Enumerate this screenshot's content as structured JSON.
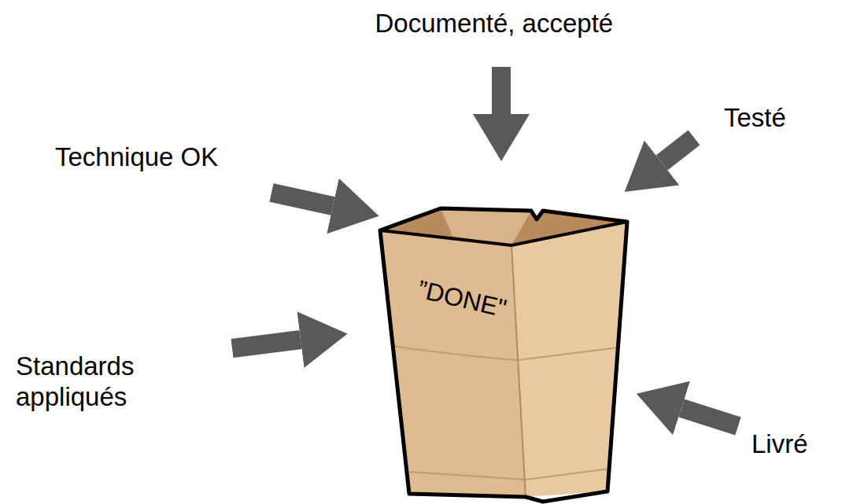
{
  "diagram": {
    "nodes": [
      {
        "text": [
          "”DONE\""
        ]
      }
    ],
    "labels": [
      "Documenté, accepté",
      "Testé",
      "Technique OK",
      "Standards appliqués",
      "Livré"
    ]
  }
}
